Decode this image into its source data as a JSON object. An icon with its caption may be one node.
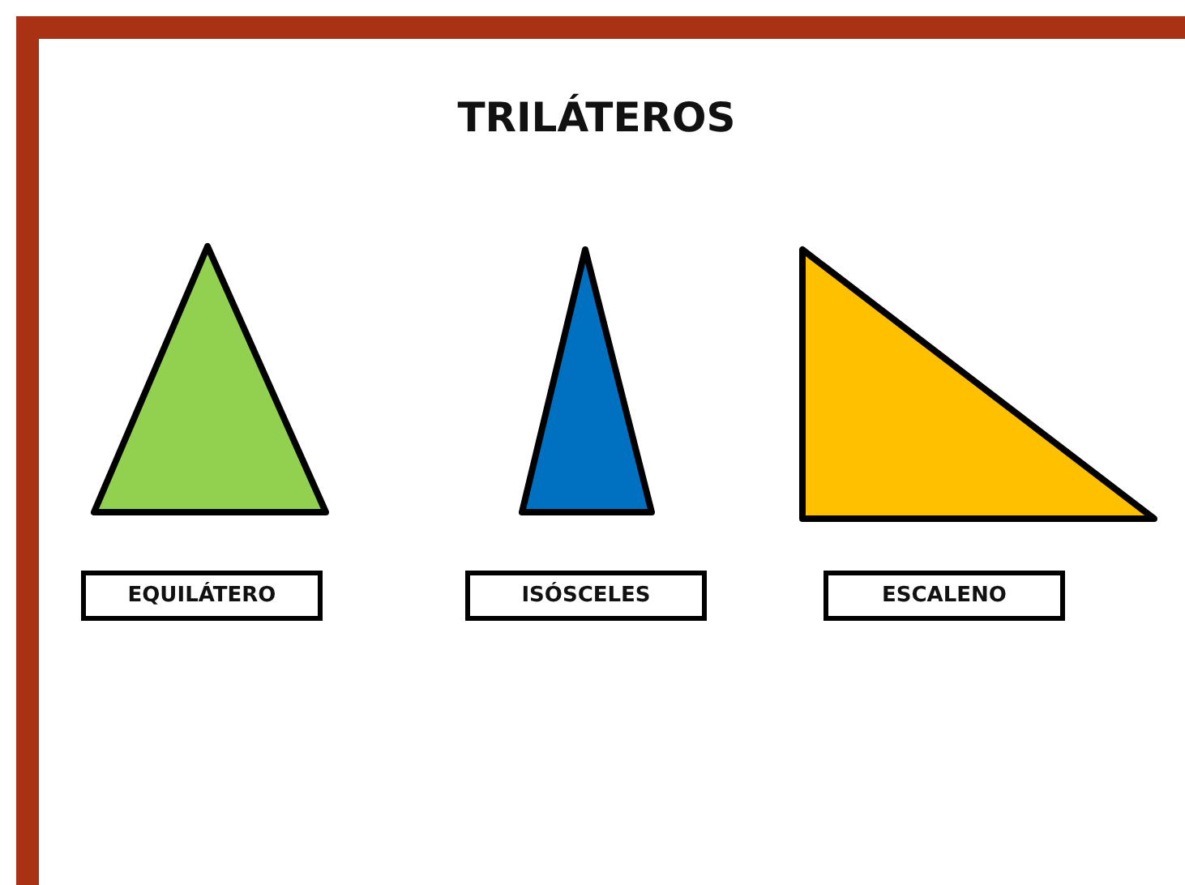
{
  "diagram": {
    "title": "TRILÁTEROS",
    "nodes": [
      {
        "text": [],
        "shape": "triangle"
      },
      {
        "text": [],
        "shape": "triangle"
      },
      {
        "text": [],
        "shape": "triangle"
      },
      {
        "text": [
          "EQUILÁTERO"
        ]
      },
      {
        "text": [
          "ISÓSCELES"
        ]
      },
      {
        "text": [
          "ESCALENO"
        ]
      }
    ],
    "edges": []
  }
}
